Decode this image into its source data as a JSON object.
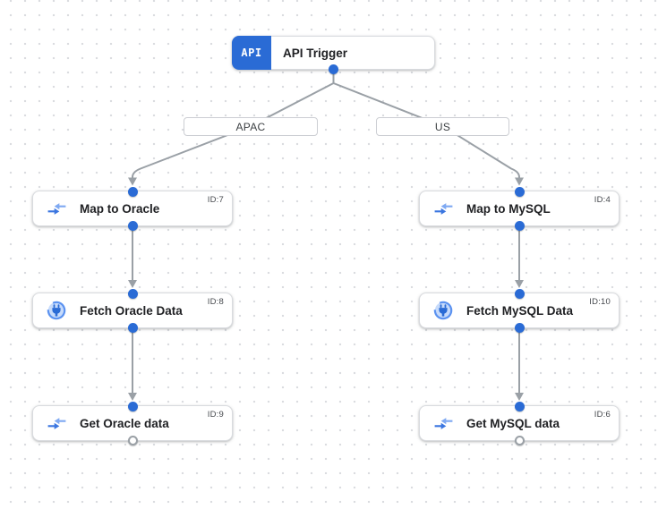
{
  "colors": {
    "accent_blue": "#2a6bd5",
    "mapping_arrow_dark": "#3b76e0",
    "mapping_arrow_light": "#7fa9f2",
    "connector_ring_blue": "#5b92f0",
    "connector_fill_light": "#c7dbfb",
    "edge_gray": "#9aa0a6",
    "node_border": "#d9dbdf",
    "grid_dot": "#d9dbdf",
    "label_text": "#202124",
    "id_text": "#45484d"
  },
  "trigger": {
    "icon_text": "API",
    "label": "API Trigger"
  },
  "branches": [
    {
      "label": "APAC"
    },
    {
      "label": "US"
    }
  ],
  "nodes": [
    {
      "label": "Map to Oracle",
      "id_label": "ID:7",
      "icon": "mapping-icon"
    },
    {
      "label": "Fetch Oracle Data",
      "id_label": "ID:8",
      "icon": "connector-icon"
    },
    {
      "label": "Get Oracle data",
      "id_label": "ID:9",
      "icon": "mapping-icon"
    },
    {
      "label": "Map to MySQL",
      "id_label": "ID:4",
      "icon": "mapping-icon"
    },
    {
      "label": "Fetch MySQL Data",
      "id_label": "ID:10",
      "icon": "connector-icon"
    },
    {
      "label": "Get MySQL data",
      "id_label": "ID:6",
      "icon": "mapping-icon"
    }
  ]
}
